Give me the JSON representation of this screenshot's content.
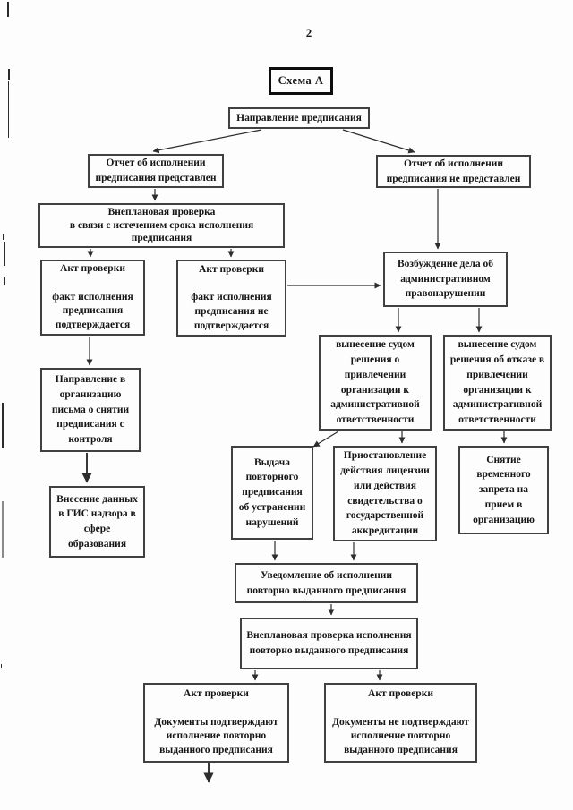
{
  "page": {
    "number": "2"
  },
  "flowchart": {
    "scheme_title": "Схема А",
    "boxes": {
      "napravlenie": "Направление предписания",
      "otchet_predstavlen": "Отчет об исполнении\nпредписания представлен",
      "otchet_ne_predstavlen": "Отчет об исполнении\nпредписания не представлен",
      "vneplanovaya_1": "Внеплановая проверка\nв связи с истечением срока исполнения\nпредписания",
      "akt_fakt_podtverzhdaetsya": "Акт проверки\n\nфакт исполнения\nпредписания\nподтверждается",
      "akt_fakt_ne_podtverzhdaetsya": "Акт проверки\n\nфакт исполнения\nпредписания не\nподтверждается",
      "vozbuzhdenie_dela": "Возбуждение дела об\nадминистративном\nправонарушении",
      "sud_privlechenie": "вынесение судом\nрешения о\nпривлечении\nорганизации к\nадминистративной\nответственности",
      "sud_otkaz": "вынесение судом\nрешения об отказе в\nпривлечении\nорганизации к\nадминистративной\nответственности",
      "pismo_o_snyatii": "Направление в\nорганизацию\nписьма о снятии\nпредписания с\nконтроля",
      "vnesenie_gis": "Внесение данных\nв ГИС надзора в\nсфере\nобразования",
      "vydacha_povtornogo": "Выдача\nповторного\nпредписания\nоб устранении\nнарушений",
      "priostanovlenie": "Приостановление\nдействия лицензии\nили действия\nсвидетельства о\nгосударственной\nаккредитации",
      "snyatie_zapreta": "Снятие\nвременного\nзапрета на\nприем в\nорганизацию",
      "uvedomlenie": "Уведомление об исполнении\nповторно выданного предписания",
      "vneplanovaya_2": "Внеплановая проверка исполнения\nповторно выданного предписания",
      "akt_dokumenty_podtverzhdayut": "Акт проверки\n\nДокументы подтверждают\nисполнение повторно\nвыданного предписания",
      "akt_dokumenty_ne_podtverzhdayut": "Акт проверки\n\nДокументы не подтверждают\nисполнение повторно\nвыданного предписания"
    }
  }
}
